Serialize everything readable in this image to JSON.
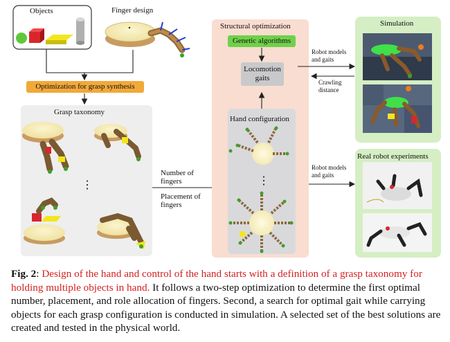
{
  "figure": {
    "objects_label": "Objects",
    "finger_design_label": "Finger design",
    "optimization_grasp_label": "Optimization for grasp synthesis",
    "grasp_taxonomy_label": "Grasp taxonomy",
    "ellipsis": "⋮",
    "number_of_fingers_label": "Number of\nfingers",
    "placement_of_fingers_label": "Placement of\nfingers",
    "structural_optimization_label": "Structural optimization",
    "genetic_algorithms_label": "Genetic algorithms",
    "locomotion_gaits_label": "Locomotion\ngaits",
    "hand_configuration_label": "Hand configuration",
    "robot_models_gaits_label_1": "Robot models\nand gaits",
    "crawling_distance_label": "Crawling\ndistance",
    "robot_models_gaits_label_2": "Robot models\nand gaits",
    "simulation_label": "Simulation",
    "real_robot_label": "Real robot experiments"
  },
  "caption": {
    "fig_number": "Fig. 2",
    "colon": ": ",
    "highlight": "Design of the hand and control of the hand starts with a definition of a grasp taxonomy for holding multiple objects in hand.",
    "rest": " It follows a two-step optimization to determine the first optimal number, placement, and role allocation of fingers. Second, a search for optimal gait while carrying objects for each grasp configuration is conducted in simulation. A selected set of the best solutions are created and tested in the physical world."
  },
  "colors": {
    "orange_pill": "#f2a93b",
    "green_pill": "#6fd14a",
    "structural_panel": "#f8ddd0",
    "simulation_panel": "#d5eec4",
    "taxonomy_panel": "#eeeeee",
    "caption_highlight": "#d42020"
  }
}
